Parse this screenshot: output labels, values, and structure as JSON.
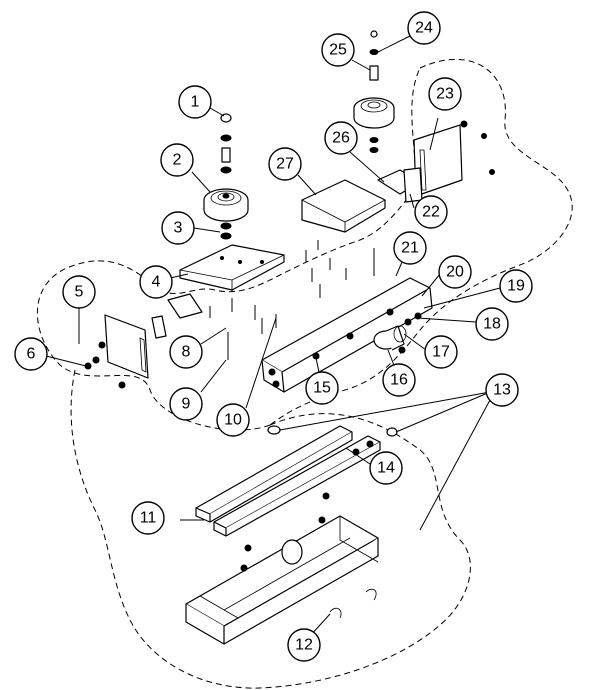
{
  "callouts": [
    {
      "n": "1"
    },
    {
      "n": "2"
    },
    {
      "n": "3"
    },
    {
      "n": "4"
    },
    {
      "n": "5"
    },
    {
      "n": "6"
    },
    {
      "n": "8"
    },
    {
      "n": "9"
    },
    {
      "n": "10"
    },
    {
      "n": "11"
    },
    {
      "n": "12"
    },
    {
      "n": "13"
    },
    {
      "n": "14"
    },
    {
      "n": "15"
    },
    {
      "n": "16"
    },
    {
      "n": "17"
    },
    {
      "n": "18"
    },
    {
      "n": "19"
    },
    {
      "n": "20"
    },
    {
      "n": "21"
    },
    {
      "n": "22"
    },
    {
      "n": "23"
    },
    {
      "n": "24"
    },
    {
      "n": "25"
    },
    {
      "n": "26"
    },
    {
      "n": "27"
    }
  ]
}
